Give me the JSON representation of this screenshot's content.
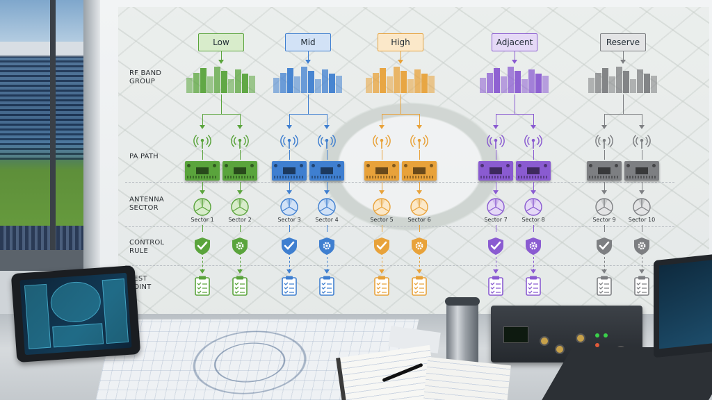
{
  "row_labels": {
    "rf_band_group": [
      "RF BAND",
      "GROUP"
    ],
    "pa_path": [
      "PA PATH"
    ],
    "antenna_sector": [
      "ANTENNA",
      "SECTOR"
    ],
    "control_rule": [
      "CONTROL",
      "RULE"
    ],
    "test_point": [
      "TEST",
      "POINT"
    ]
  },
  "bands": [
    {
      "label": "Low",
      "color": "#5aa43c",
      "light": "#d8eccb",
      "sectors": [
        "Sector 1",
        "Sector 2"
      ]
    },
    {
      "label": "Mid",
      "color": "#3f7fd0",
      "light": "#d2e2f6",
      "sectors": [
        "Sector 3",
        "Sector 4"
      ]
    },
    {
      "label": "High",
      "color": "#e8a23a",
      "light": "#fbe8c9",
      "sectors": [
        "Sector 5",
        "Sector 6"
      ]
    },
    {
      "label": "Adjacent",
      "color": "#8a5bd1",
      "light": "#e5d9f6",
      "sectors": [
        "Sector 7",
        "Sector 8"
      ]
    },
    {
      "label": "Reserve",
      "color": "#7d7f82",
      "light": "#e3e4e5",
      "sectors": [
        "Sector 9",
        "Sector 10"
      ]
    }
  ],
  "icons": {
    "antenna": "antenna-icon",
    "power_amplifier": "power-amplifier-icon",
    "sector": "antenna-sector-icon",
    "rule_check": "shield-check-icon",
    "rule_gear": "shield-gear-icon",
    "test": "clipboard-checklist-icon"
  }
}
